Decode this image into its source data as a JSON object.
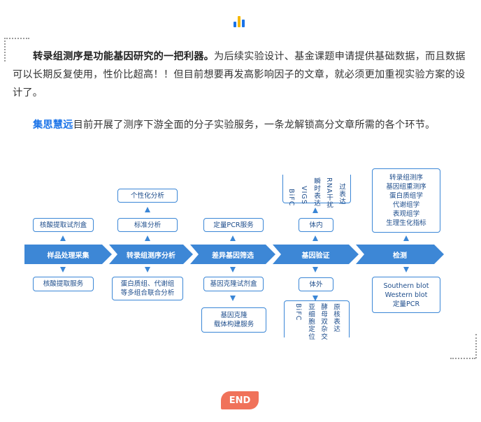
{
  "colors": {
    "accent": "#3d87d6",
    "brand": "#1a73e8",
    "end_badge": "#f0725a",
    "logo_blue": "#1a73e8",
    "logo_yellow": "#f5b800"
  },
  "icons": {
    "logo": "bar-chart-icon"
  },
  "paragraph1": {
    "bold": "转录组测序是功能基因研究的一把利器。",
    "text": "为后续实验设计、基金课题申请提供基础数据，而且数据可以长期反复使用，性价比超高！！但目前想要再发高影响因子的文章，就必须更加重视实验方案的设计了。"
  },
  "paragraph2": {
    "brand": "集思慧远",
    "text": "目前开展了测序下游全面的分子实验服务，一条龙解锁高分文章所需的各个环节。"
  },
  "diagram": {
    "stages": [
      "样品处理采集",
      "转录组测序分析",
      "差异基因筛选",
      "基因验证",
      "检测"
    ],
    "col1_top": "核酸提取试剂盒",
    "col1_bottom": "核酸提取服务",
    "col2_top1": "个性化分析",
    "col2_top2": "标准分析",
    "col2_bottom_l1": "蛋白质组、代谢组",
    "col2_bottom_l2": "等多组合联合分析",
    "col3_top": "定量PCR服务",
    "col3_bottom1": "基因克隆试剂盒",
    "col3_bottom2_l1": "基因克隆",
    "col3_bottom2_l2": "载体构建服务",
    "col4_top": "体内",
    "col4_top_items": [
      "BiFC",
      "VIGS",
      "瞬时表达",
      "RNA干扰",
      "过表达"
    ],
    "col4_bottom": "体外",
    "col4_bottom_items": [
      "BiFC",
      "亚细胞定位",
      "酵母双杂交",
      "原核表达"
    ],
    "col5_top": [
      "转录组测序",
      "基因组重测序",
      "蛋白质组学",
      "代谢组学",
      "表观组学",
      "生理生化指标"
    ],
    "col5_bottom": [
      "Southern blot",
      "Western blot",
      "定量PCR"
    ]
  },
  "end_label": "END"
}
